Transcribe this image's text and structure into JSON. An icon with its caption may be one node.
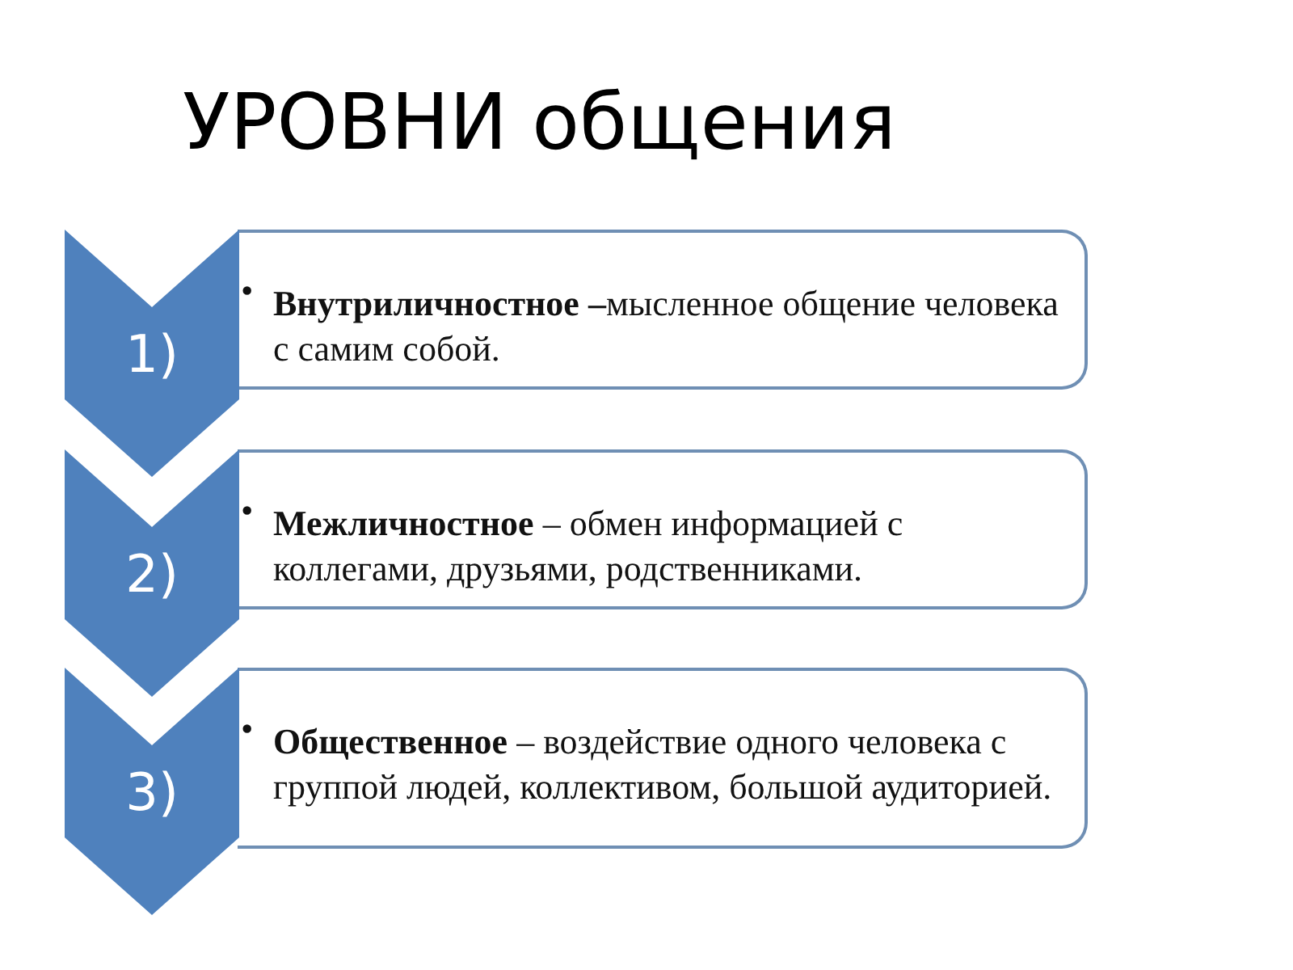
{
  "diagram": {
    "title": "УРОВНИ общения",
    "nodes": [
      {
        "text": [
          "1)"
        ]
      },
      {
        "text": [
          "•",
          "**Внутриличностное –**мысленное общение человека с самим собой."
        ]
      },
      {
        "text": [
          "2)"
        ]
      },
      {
        "text": [
          "•",
          "**Межличностное** – обмен информацией с коллегами, друзьями, родственниками."
        ]
      },
      {
        "text": [
          "3)"
        ]
      },
      {
        "text": [
          "•",
          "**Общественное** – воздействие одного человека с группой людей, коллективом, большой аудиторией."
        ]
      }
    ]
  }
}
